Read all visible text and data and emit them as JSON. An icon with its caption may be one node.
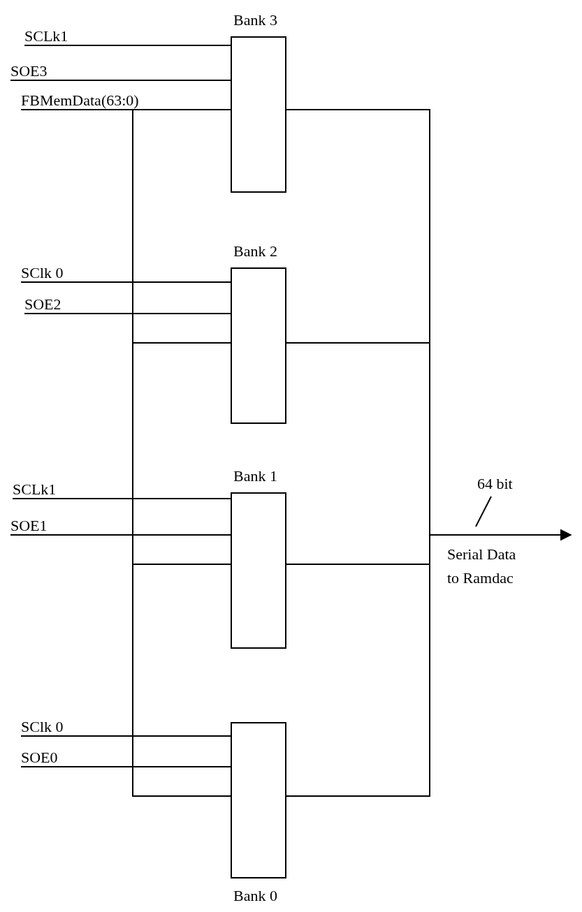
{
  "diagram": {
    "nodes": [
      {
        "text": [
          "Bank 3"
        ]
      },
      {
        "text": [
          "Bank 2"
        ]
      },
      {
        "text": [
          "Bank 1"
        ]
      },
      {
        "text": [
          "Bank 0"
        ]
      },
      {
        "text": [
          "SCLk1"
        ]
      },
      {
        "text": [
          "SOE3"
        ]
      },
      {
        "text": [
          "FBMemData(63:0)"
        ]
      },
      {
        "text": [
          "SClk 0"
        ]
      },
      {
        "text": [
          "SOE2"
        ]
      },
      {
        "text": [
          "SCLk1"
        ]
      },
      {
        "text": [
          "SOE1"
        ]
      },
      {
        "text": [
          "SClk 0"
        ]
      },
      {
        "text": [
          "SOE0"
        ]
      }
    ],
    "edges": [
      {
        "from": 4,
        "to": 0,
        "arrow": "none"
      },
      {
        "from": 5,
        "to": 0,
        "arrow": "none"
      },
      {
        "from": 6,
        "to": 0,
        "arrow": "none"
      },
      {
        "from": 6,
        "to": 1,
        "arrow": "none"
      },
      {
        "from": 6,
        "to": 2,
        "arrow": "none"
      },
      {
        "from": 6,
        "to": 3,
        "arrow": "none"
      },
      {
        "from": 7,
        "to": 1,
        "arrow": "none"
      },
      {
        "from": 8,
        "to": 1,
        "arrow": "none"
      },
      {
        "from": 9,
        "to": 2,
        "arrow": "none"
      },
      {
        "from": 10,
        "to": 2,
        "arrow": "none"
      },
      {
        "from": 11,
        "to": 3,
        "arrow": "none"
      },
      {
        "from": 12,
        "to": 3,
        "arrow": "none"
      },
      {
        "from": 0,
        "to": null,
        "arrow": "to"
      },
      {
        "from": 1,
        "to": null,
        "arrow": "to"
      },
      {
        "from": 2,
        "to": null,
        "arrow": "to"
      },
      {
        "from": 3,
        "to": null,
        "arrow": "to"
      }
    ],
    "labels": [
      "64 bit",
      "Serial Data to Ramdac"
    ]
  }
}
